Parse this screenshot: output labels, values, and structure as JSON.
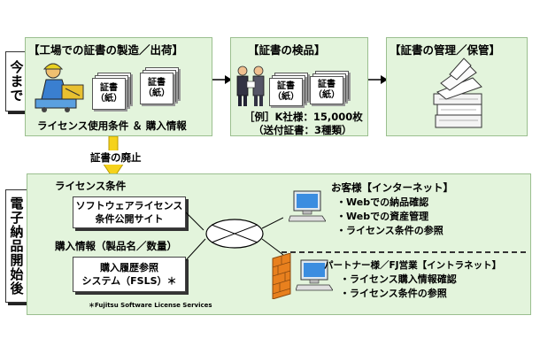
{
  "before": {
    "side_label": "今まで",
    "steps": [
      {
        "title": "【工場での証書の製造／出荷】",
        "papers": [
          {
            "line1": "証書",
            "line2": "（紙）"
          },
          {
            "line1": "証書",
            "line2": "（紙）"
          }
        ],
        "caption": "ライセンス使用条件 ＆ 購入情報"
      },
      {
        "title": "【証書の検品】",
        "papers": [
          {
            "line1": "証書",
            "line2": "（紙）"
          },
          {
            "line1": "証書",
            "line2": "（紙）"
          }
        ],
        "caption_line1": "［例］K社様：15,000枚",
        "caption_line2": "（送付証書：3種類）"
      },
      {
        "title": "【証書の管理／保管】"
      }
    ]
  },
  "transition_label": "証書の廃止",
  "after": {
    "side_label": "電子納品開始後",
    "license_label": "ライセンス条件",
    "site_box": {
      "line1": "ソフトウェアライセンス",
      "line2": "条件公開サイト"
    },
    "purchase_label": "購入情報（製品名／数量）",
    "fsls_box": {
      "line1": "購入履歴参照",
      "line2": "システム（FSLS）＊"
    },
    "footnote": "＊Fujitsu Software License Services",
    "customer": {
      "title": "お客様【インターネット】",
      "items": [
        "・Webでの納品確認",
        "・Webでの資産管理",
        "・ライセンス条件の参照"
      ]
    },
    "partner": {
      "title": "パートナー様／FJ営業【イントラネット】",
      "items": [
        "・ライセンス購入情報確認",
        "・ライセンス条件の参照"
      ]
    }
  },
  "colors": {
    "panel_bg": "#e3f4dc",
    "arrow_yellow": "#f5d21c",
    "firewall": "#e8801e"
  }
}
